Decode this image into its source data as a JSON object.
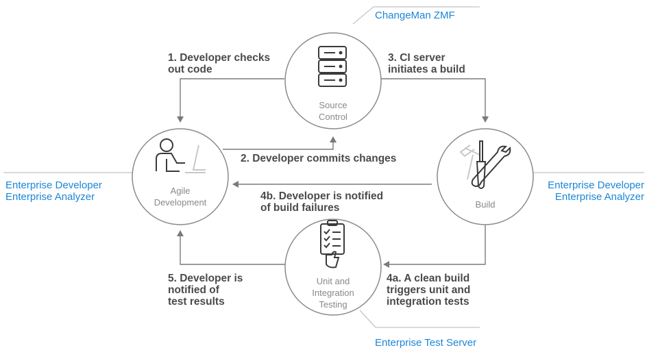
{
  "nodes": {
    "source_control": {
      "label": "Source\nControl",
      "icon": "database-server-icon"
    },
    "agile_development": {
      "label": "Agile\nDevelopment",
      "icon": "developer-at-desk-icon"
    },
    "build": {
      "label": "Build",
      "icon": "hammer-screwdriver-wrench-icon"
    },
    "unit_integration_testing": {
      "label": "Unit and\nIntegration\nTesting",
      "icon": "checklist-thumbs-up-icon"
    }
  },
  "steps": {
    "step1": "1. Developer checks\nout code",
    "step2": "2. Developer commits changes",
    "step3": "3. CI server\ninitiates a build",
    "step4a": "4a. A clean build\ntriggers unit and\nintegration tests",
    "step4b": "4b. Developer is notified\nof build failures",
    "step5": "5. Developer is\nnotified of\ntest results"
  },
  "tools": {
    "changeman": "ChangeMan ZMF",
    "left_tools": "Enterprise Developer\nEnterprise Analyzer",
    "right_tools": "Enterprise Developer\nEnterprise Analyzer",
    "test_server": "Enterprise Test Server"
  },
  "colors": {
    "tool_text": "#1a86d8",
    "step_text": "#4a4a4a",
    "node_text": "#888888",
    "line": "#7a7a7a",
    "icon_stroke": "#3a3a3a",
    "icon_faint": "#c8c8c8"
  }
}
